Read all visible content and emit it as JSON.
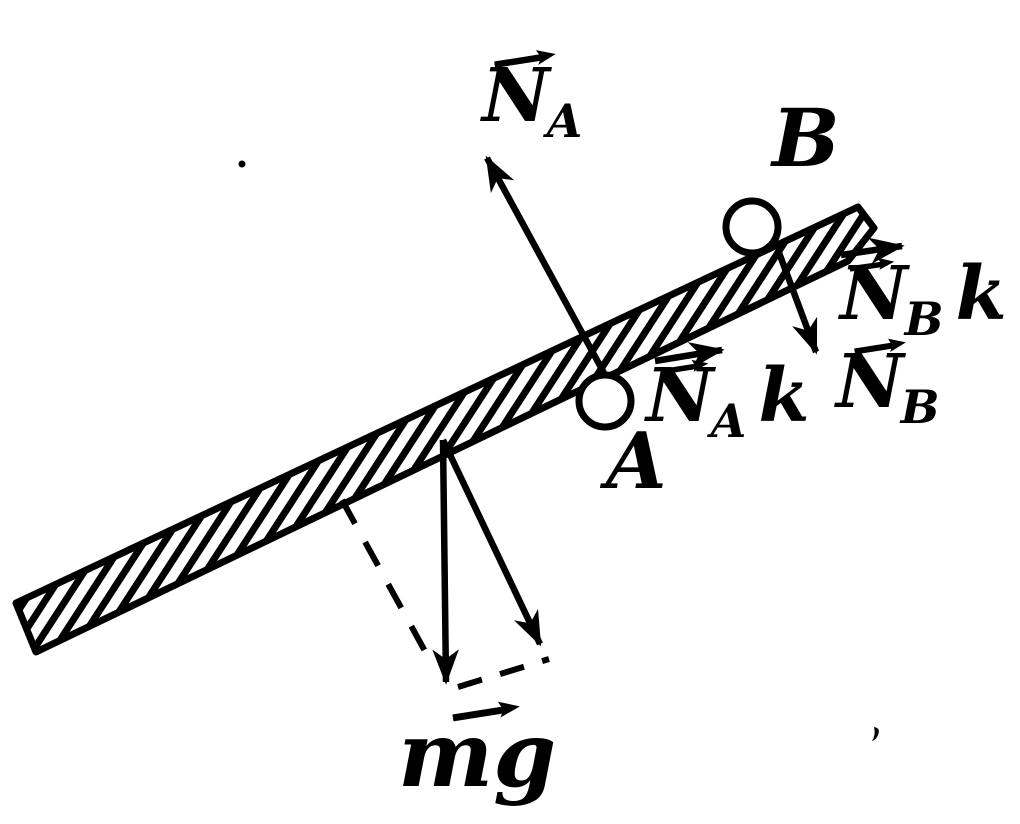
{
  "figure": {
    "labels": {
      "force_na": {
        "base": "N",
        "sub": "A"
      },
      "point_b": {
        "text": "B"
      },
      "force_nbk": {
        "base": "N",
        "sub": "B",
        "suffix": "k"
      },
      "force_nb": {
        "base": "N",
        "sub": "B"
      },
      "force_nak": {
        "base": "N",
        "sub": "A",
        "suffix": "k"
      },
      "point_a": {
        "text": "A"
      },
      "weight": {
        "text": "mg"
      }
    },
    "colors": {
      "ink": "#000000",
      "paper": "#ffffff"
    }
  }
}
